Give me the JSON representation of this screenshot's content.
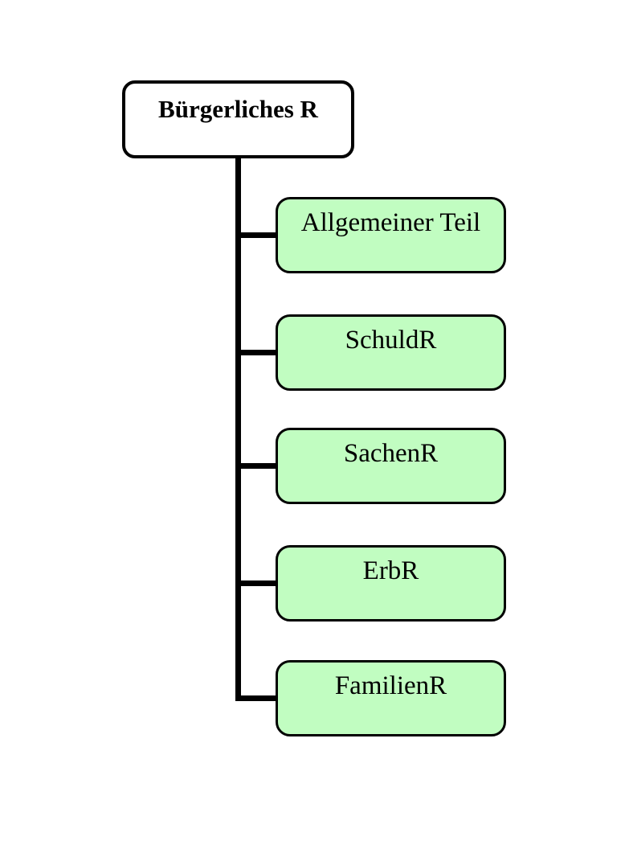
{
  "diagram": {
    "type": "tree",
    "root": {
      "label": "Bürgerliches R"
    },
    "children": [
      {
        "label": "Allgemeiner Teil"
      },
      {
        "label": "SchuldR"
      },
      {
        "label": "SachenR"
      },
      {
        "label": "ErbR"
      },
      {
        "label": "FamilienR"
      }
    ],
    "colors": {
      "background": "#ffffff",
      "root_fill": "#ffffff",
      "child_fill": "#c1fdc1",
      "line": "#000000",
      "text": "#000000"
    }
  }
}
